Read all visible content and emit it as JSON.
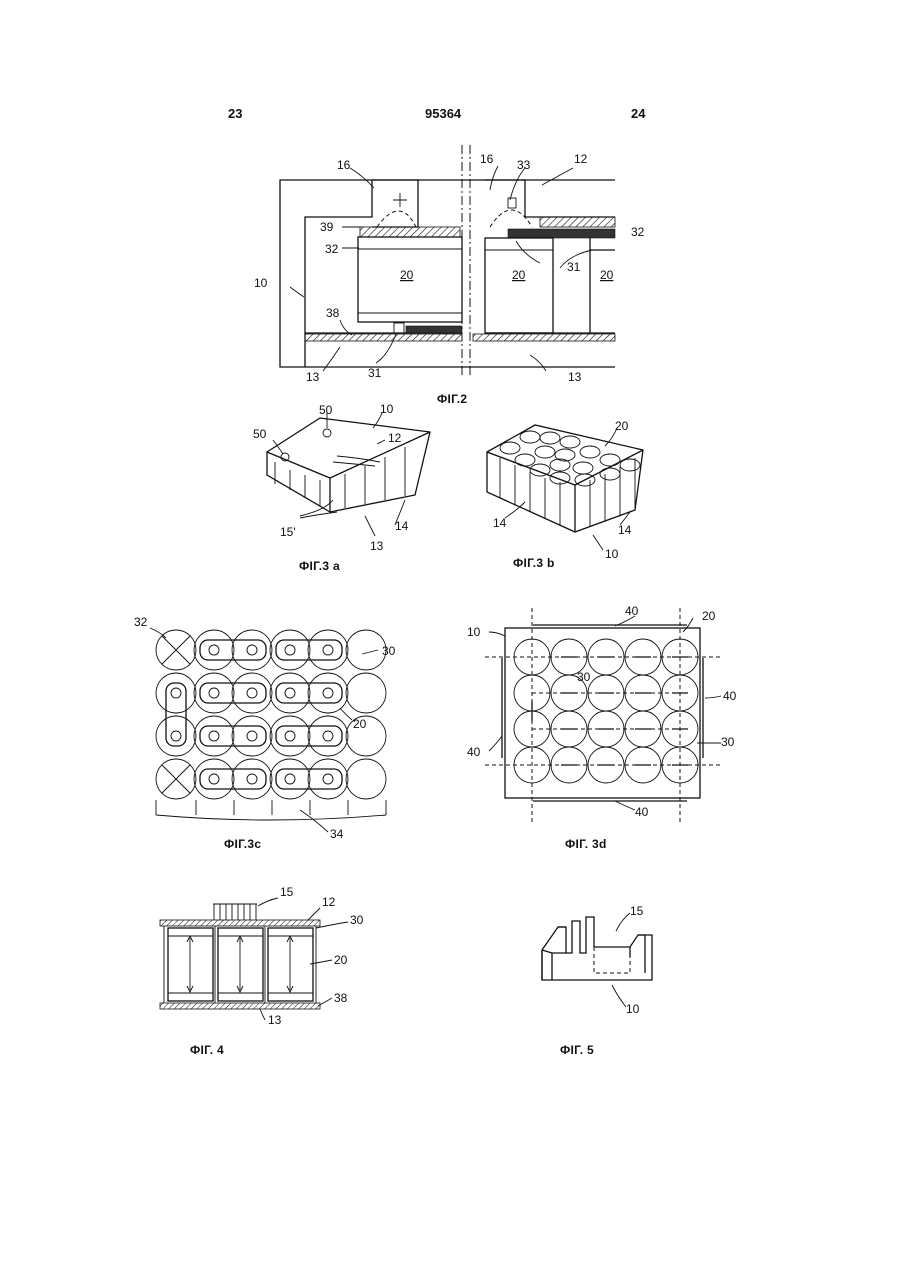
{
  "header": {
    "left_page": "23",
    "patent_number": "95364",
    "right_page": "24"
  },
  "fig2": {
    "caption": "ФІГ.2",
    "labels": {
      "l16a": "16",
      "l16b": "16",
      "l33": "33",
      "l12": "12",
      "l39": "39",
      "l32a": "32",
      "l32b": "32",
      "l20a": "20",
      "l20b": "20",
      "l20c": "20",
      "l31a": "31",
      "l31b": "31",
      "l10": "10",
      "l38": "38",
      "l13a": "13",
      "l13b": "13"
    }
  },
  "fig3a": {
    "caption": "ФІГ.3 a",
    "labels": {
      "l50a": "50",
      "l50b": "50",
      "l10": "10",
      "l12": "12",
      "l15": "15'",
      "l14": "14",
      "l13": "13"
    }
  },
  "fig3b": {
    "caption": "ФІГ.3 b",
    "labels": {
      "l20": "20",
      "l14a": "14",
      "l14b": "14",
      "l10": "10"
    }
  },
  "fig3c": {
    "caption": "ФІГ.3c",
    "labels": {
      "l32": "32",
      "l30": "30",
      "l20": "20",
      "l34": "34"
    }
  },
  "fig3d": {
    "caption": "ФІГ. 3d",
    "labels": {
      "l10": "10",
      "l40a": "40",
      "l20": "20",
      "l30a": "30",
      "l40b": "40",
      "l40c": "40",
      "l30b": "30",
      "l40d": "40"
    }
  },
  "fig4": {
    "caption": "ФІГ. 4",
    "labels": {
      "l15": "15",
      "l12": "12",
      "l30": "30",
      "l20": "20",
      "l38": "38",
      "l13": "13"
    }
  },
  "fig5": {
    "caption": "ФІГ. 5",
    "labels": {
      "l15": "15",
      "l10": "10"
    }
  }
}
